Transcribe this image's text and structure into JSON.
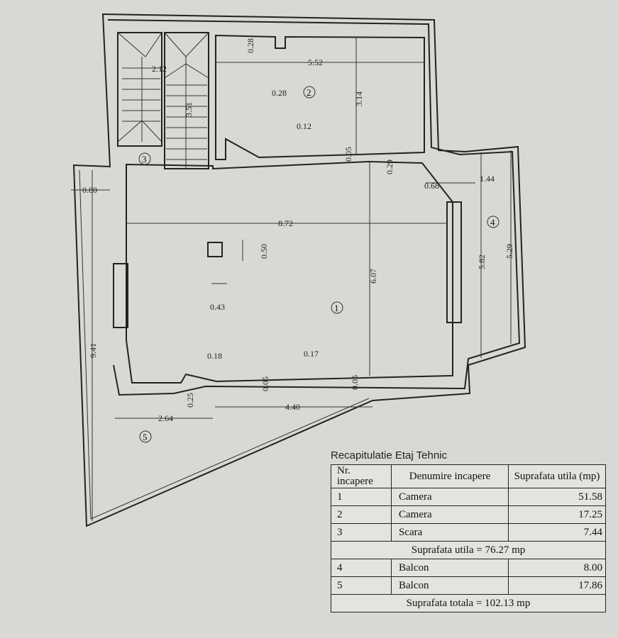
{
  "plan": {
    "rooms": [
      {
        "number": "1"
      },
      {
        "number": "2"
      },
      {
        "number": "3"
      },
      {
        "number": "4"
      },
      {
        "number": "5"
      }
    ],
    "dimensions": {
      "r2_top_offset": "0.28",
      "r2_width": "5.52",
      "r2_a": "0.28",
      "r2_depth": "3.14",
      "r2_b": "0.12",
      "r2_c": "0.05",
      "r2_d": "0.29",
      "stair_width": "2.12",
      "stair_length": "3.51",
      "bal5_left_width": "0.80",
      "bal4_a": "0.68",
      "bal4_width": "1.44",
      "r1_width": "8.72",
      "r1_a": "0.50",
      "r1_depth": "6.07",
      "bal4_len_a": "5.82",
      "bal4_len_b": "5.29",
      "r1_b": "0.43",
      "bal5_len": "9.41",
      "r1_c": "0.18",
      "r1_d": "0.17",
      "r1_e": "0.05",
      "r1_f": "0.05",
      "bal5_a": "0.25",
      "bal5_b": "4.40",
      "bal5_c": "2.64"
    }
  },
  "recap": {
    "title": "Recapitulatie Etaj Tehnic",
    "headers": {
      "nr": "Nr. incapere",
      "name": "Denumire incapere",
      "area": "Suprafata utila (mp)"
    },
    "rows": [
      {
        "nr": "1",
        "name": "Camera",
        "area": "51.58"
      },
      {
        "nr": "2",
        "name": "Camera",
        "area": "17.25"
      },
      {
        "nr": "3",
        "name": "Scara",
        "area": "7.44"
      }
    ],
    "subtotal": "Suprafata utila = 76.27 mp",
    "balconies": [
      {
        "nr": "4",
        "name": "Balcon",
        "area": "8.00"
      },
      {
        "nr": "5",
        "name": "Balcon",
        "area": "17.86"
      }
    ],
    "total": "Suprafata totala = 102.13 mp"
  }
}
